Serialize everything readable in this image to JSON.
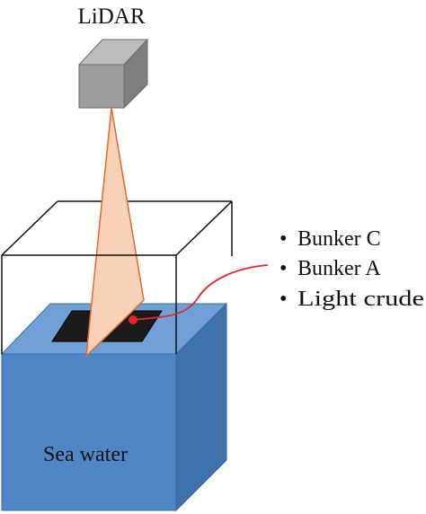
{
  "sensor": {
    "label": "LiDAR"
  },
  "tank": {
    "water_label": "Sea water"
  },
  "oil_types": [
    {
      "bullet": "•",
      "label": "Bunker C"
    },
    {
      "bullet": "•",
      "label": "Bunker A"
    },
    {
      "bullet": "•",
      "label": "Light crude"
    }
  ],
  "colors": {
    "water_front": "#4f86c6",
    "water_top": "#6fa0d8",
    "water_side": "#3f72ad",
    "water_edge": "#3a6aa5",
    "lidar_front": "#9e9e9e",
    "lidar_top": "#bdbdbd",
    "lidar_side": "#7f7f7f",
    "beam_fill": "#f9d0b8",
    "beam_stroke": "#e06a2c",
    "oil_fill": "#1c1c1c",
    "pointer_red": "#e0262b",
    "tank_outline": "#111111"
  }
}
